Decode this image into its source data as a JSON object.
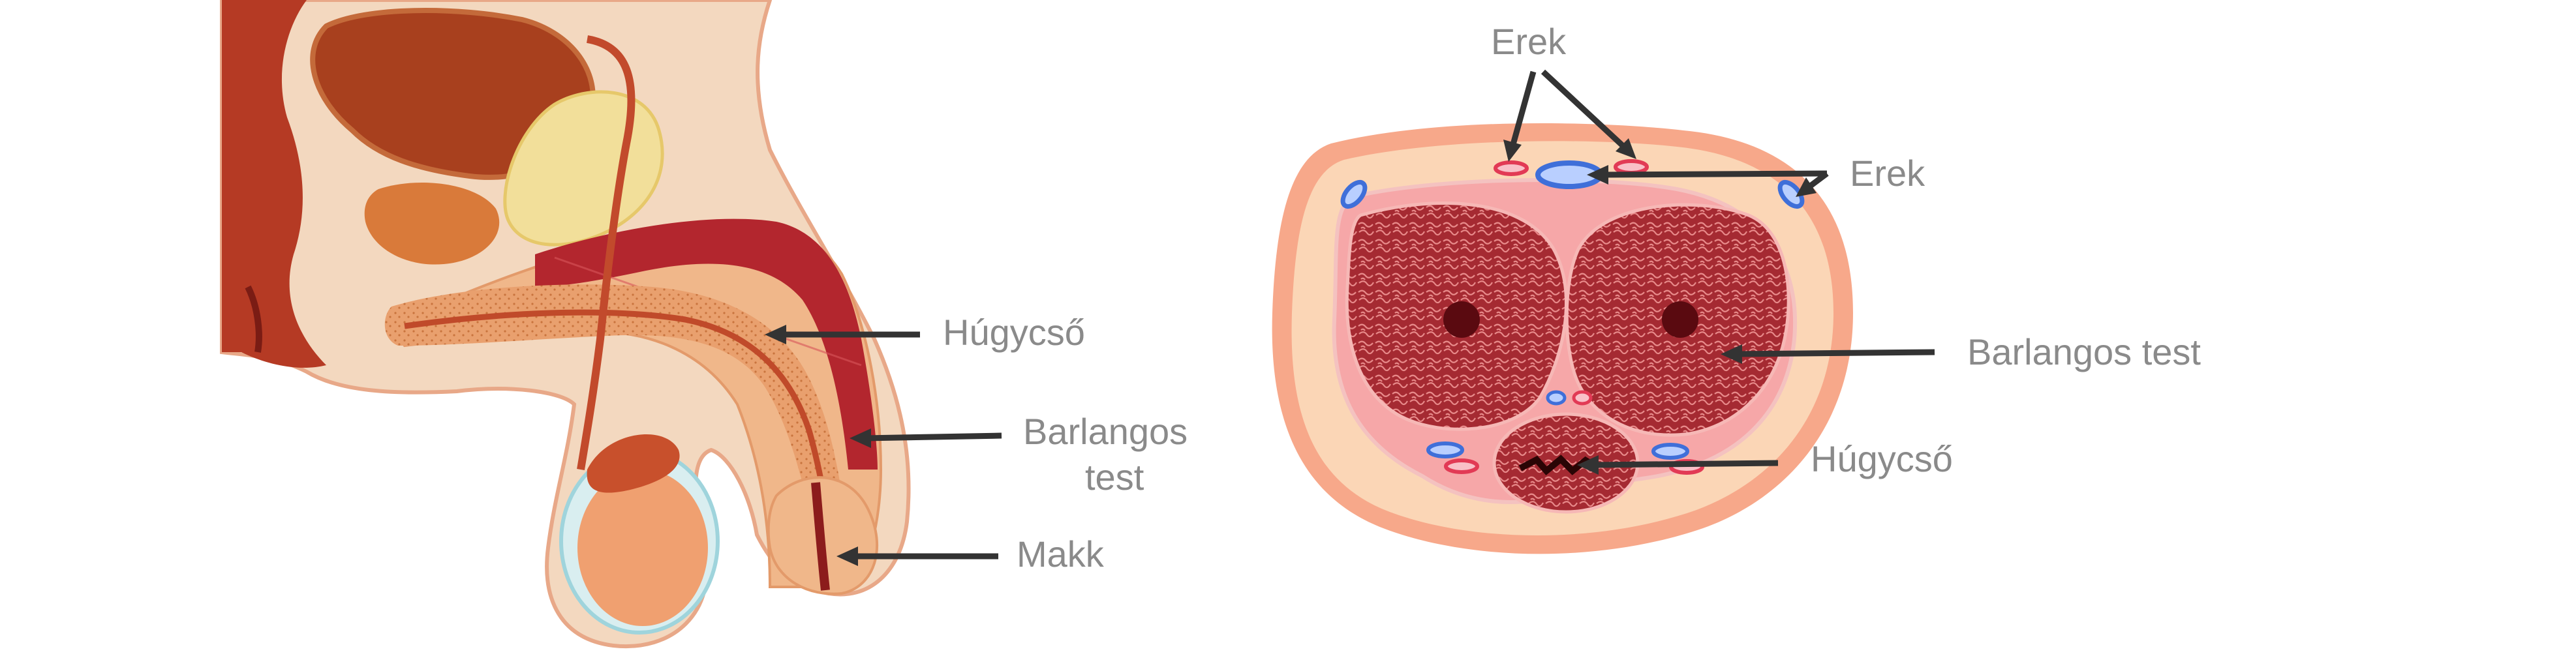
{
  "labels": {
    "side_urethra": "Húgycső",
    "side_corpus_line1": "Barlangos",
    "side_corpus_line2": "test",
    "side_glans": "Makk",
    "cross_vessels_top": "Erek",
    "cross_vessels_right": "Erek",
    "cross_corpus": "Barlangos test",
    "cross_urethra": "Húgycső"
  },
  "colors": {
    "label_text": "#8a8a8a",
    "arrow": "#333333",
    "skin": "#f3d8bf",
    "skin_outline": "#e8a888",
    "erectile_tissue": "#a52a32",
    "membrane": "#f6a7a8",
    "vein": "#3f6fd9",
    "artery": "#e23a55"
  }
}
